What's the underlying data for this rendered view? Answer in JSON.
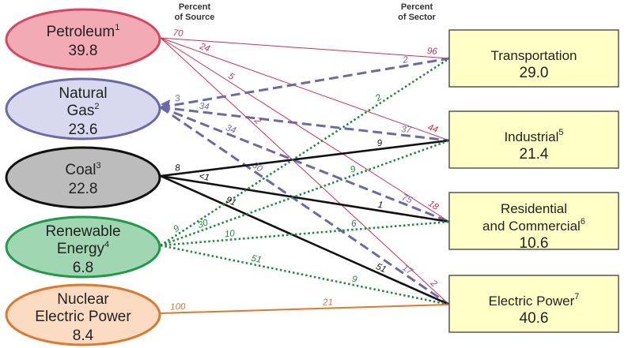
{
  "headers": {
    "source": [
      "Percent",
      "of Source"
    ],
    "sector": [
      "Percent",
      "of Sector"
    ]
  },
  "sources": [
    {
      "id": "petroleum",
      "label": [
        "Petroleum"
      ],
      "sup": "1",
      "value": "39.8",
      "fill": "#f2aab4",
      "stroke": "#d9475e",
      "line_color": "#d0304f",
      "line_style": "solid-thin"
    },
    {
      "id": "natural-gas",
      "label": [
        "Natural",
        "Gas"
      ],
      "sup": "2",
      "value": "23.6",
      "fill": "#d8d8ef",
      "stroke": "#6b69a8",
      "line_color": "#6b69a8",
      "line_style": "dashed"
    },
    {
      "id": "coal",
      "label": [
        "Coal"
      ],
      "sup": "3",
      "value": "22.8",
      "fill": "#bcbcbc",
      "stroke": "#111111",
      "line_color": "#111111",
      "line_style": "solid-thick"
    },
    {
      "id": "renewable",
      "label": [
        "Renewable",
        "Energy"
      ],
      "sup": "4",
      "value": "6.8",
      "fill": "#a0d6b2",
      "stroke": "#1f9a48",
      "line_color": "#1f8a40",
      "line_style": "dotted"
    },
    {
      "id": "nuclear",
      "label": [
        "Nuclear",
        "Electric Power"
      ],
      "sup": "",
      "value": "8.4",
      "fill": "#fbdcc2",
      "stroke": "#e0782a",
      "line_color": "#e0782a",
      "line_style": "solid-medium"
    }
  ],
  "sectors": [
    {
      "id": "transportation",
      "label": [
        "Transportation"
      ],
      "sup": "",
      "value": "29.0",
      "fill": "#ffffc6"
    },
    {
      "id": "industrial",
      "label": [
        "Industrial"
      ],
      "sup": "5",
      "value": "21.4",
      "fill": "#ffffc6"
    },
    {
      "id": "residential-commercial",
      "label": [
        "Residential",
        "and Commercial"
      ],
      "sup": "6",
      "value": "10.6",
      "fill": "#ffffc6"
    },
    {
      "id": "electric-power",
      "label": [
        "Electric Power"
      ],
      "sup": "7",
      "value": "40.6",
      "fill": "#ffffc6"
    }
  ],
  "flows": [
    {
      "from": 0,
      "to": 0,
      "source_pct": "70",
      "sector_pct": "96"
    },
    {
      "from": 0,
      "to": 1,
      "source_pct": "24",
      "sector_pct": "44"
    },
    {
      "from": 0,
      "to": 2,
      "source_pct": "5",
      "sector_pct": "18"
    },
    {
      "from": 0,
      "to": 3,
      "source_pct": "2",
      "sector_pct": "2"
    },
    {
      "from": 1,
      "to": 0,
      "source_pct": "3",
      "sector_pct": "2"
    },
    {
      "from": 1,
      "to": 1,
      "source_pct": "34",
      "sector_pct": "37"
    },
    {
      "from": 1,
      "to": 2,
      "source_pct": "34",
      "sector_pct": "75"
    },
    {
      "from": 1,
      "to": 3,
      "source_pct": "30",
      "sector_pct": "17"
    },
    {
      "from": 2,
      "to": 1,
      "source_pct": "8",
      "sector_pct": "9"
    },
    {
      "from": 2,
      "to": 2,
      "source_pct": "<1",
      "sector_pct": "1"
    },
    {
      "from": 2,
      "to": 3,
      "source_pct": "91",
      "sector_pct": "51"
    },
    {
      "from": 3,
      "to": 0,
      "source_pct": "9",
      "sector_pct": "2"
    },
    {
      "from": 3,
      "to": 1,
      "source_pct": "30",
      "sector_pct": "9"
    },
    {
      "from": 3,
      "to": 2,
      "source_pct": "10",
      "sector_pct": "6"
    },
    {
      "from": 3,
      "to": 3,
      "source_pct": "51",
      "sector_pct": "9"
    },
    {
      "from": 4,
      "to": 3,
      "source_pct": "100",
      "sector_pct": "21"
    }
  ]
}
